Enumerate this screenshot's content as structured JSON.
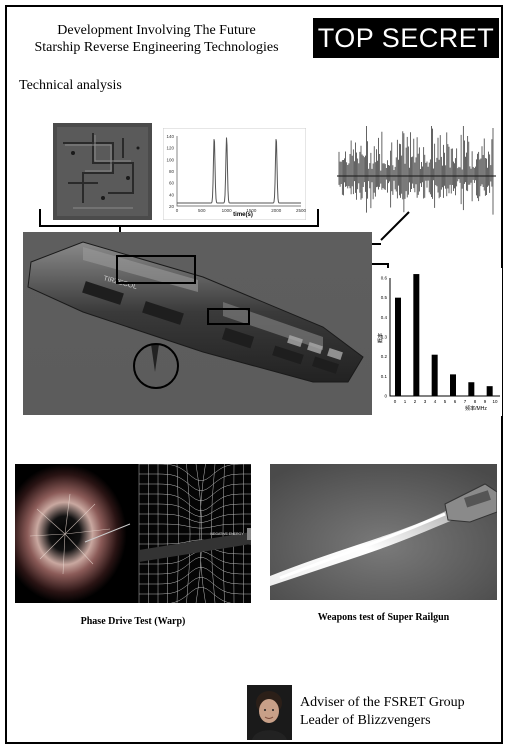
{
  "header": {
    "title_line1": "Development Involving The Future",
    "title_line2": "Starship Reverse Engineering Technologies",
    "badge": "TOP SECRET"
  },
  "section": {
    "heading": "Technical analysis"
  },
  "peak_chart": {
    "xlabel": "time(s)",
    "x_ticks": [
      "0",
      "500",
      "1000",
      "1500",
      "2000",
      "2500"
    ],
    "y_ticks": [
      "140",
      "120",
      "100",
      "80",
      "60",
      "40",
      "20"
    ],
    "peaks_at": [
      750,
      1000,
      2000
    ]
  },
  "bar_chart": {
    "type": "bar",
    "ylabel": "概率",
    "xlabel": "频率/MHz",
    "y_ticks": [
      "0.6",
      "0.5",
      "0.4",
      "0.3",
      "0.2",
      "0.1",
      "0"
    ],
    "x_ticks": [
      "0",
      "1",
      "2",
      "3",
      "4",
      "5",
      "6",
      "7",
      "8",
      "9",
      "10"
    ],
    "values": [
      0.5,
      0.62,
      0.21,
      0.11,
      0.07,
      0.05
    ]
  },
  "captions": {
    "phase_drive": "Phase Drive Test (Warp)",
    "railgun": "Weapons test of Super Railgun",
    "negative_energy": "NEGATIVE ENERGY"
  },
  "adviser": {
    "line1": "Adviser of the FSRET Group",
    "line2": "Leader of Blizzvengers"
  },
  "ship_hull_text": "TIRZECOL"
}
